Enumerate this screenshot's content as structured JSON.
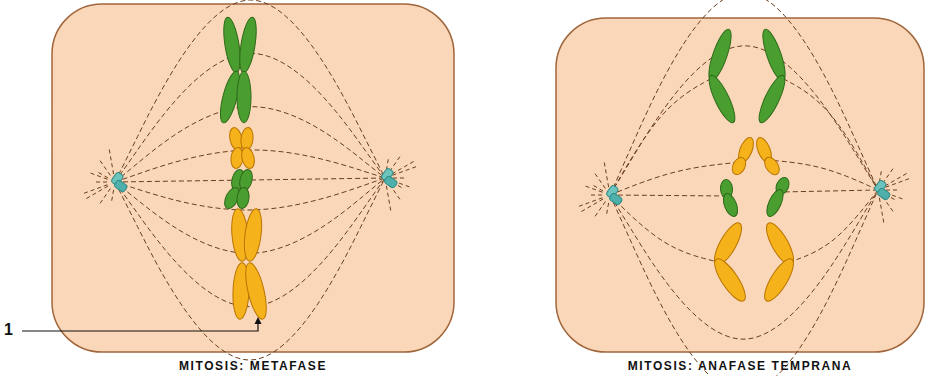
{
  "diagram": {
    "labels": [
      "1",
      "MITOSIS: METAFASE",
      "MITOSIS: ANAFASE TEMPRANA"
    ]
  }
}
